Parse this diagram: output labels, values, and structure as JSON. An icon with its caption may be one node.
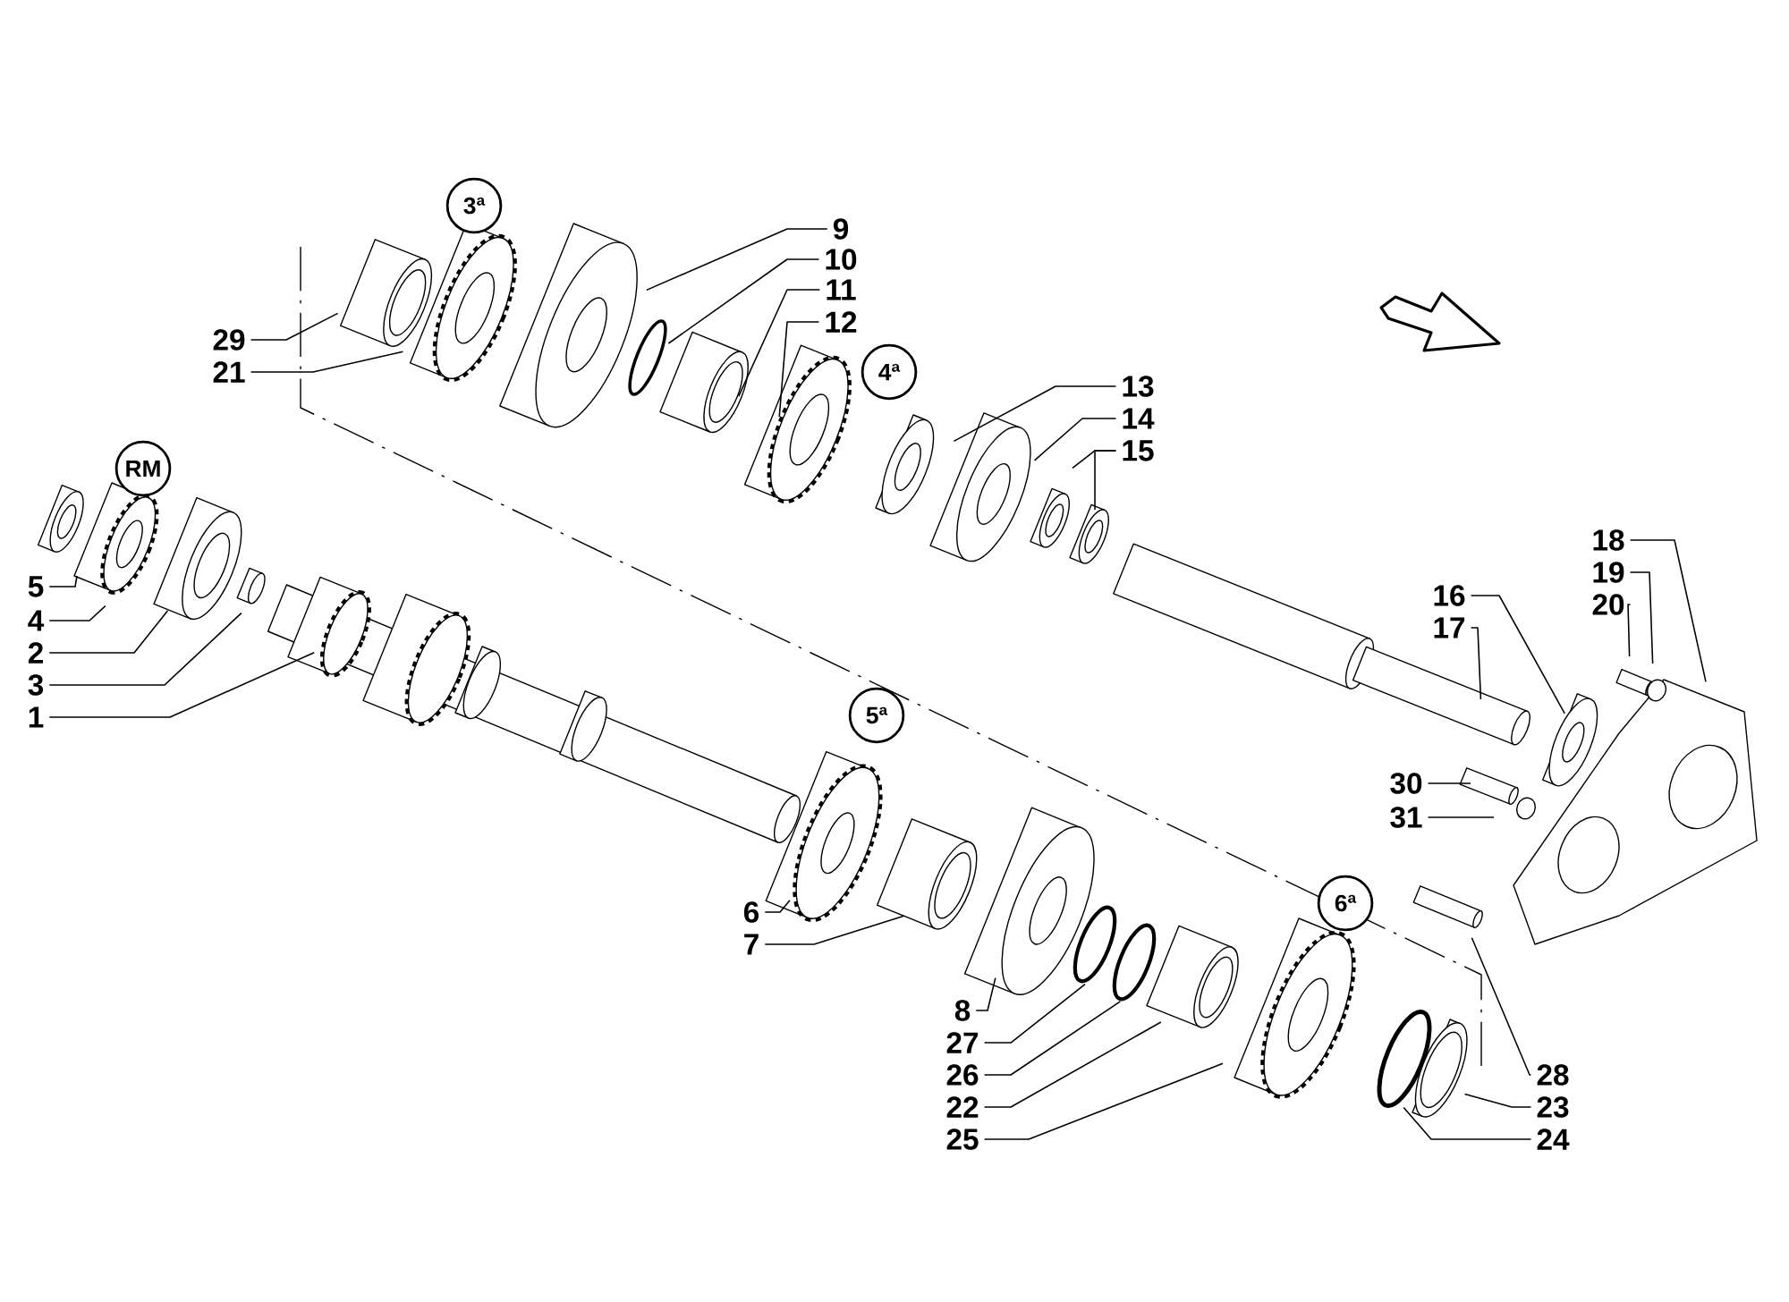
{
  "diagram": {
    "nodes": [
      {
        "text": [
          "3ª"
        ]
      },
      {
        "text": [
          "9"
        ]
      },
      {
        "text": [
          "10"
        ]
      },
      {
        "text": [
          "11"
        ]
      },
      {
        "text": [
          "12"
        ]
      },
      {
        "text": [
          "29"
        ]
      },
      {
        "text": [
          "21"
        ]
      },
      {
        "text": [
          "4ª"
        ]
      },
      {
        "text": [
          "13"
        ]
      },
      {
        "text": [
          "14"
        ]
      },
      {
        "text": [
          "15"
        ]
      },
      {
        "text": [
          "RM"
        ]
      },
      {
        "text": [
          "5"
        ]
      },
      {
        "text": [
          "4"
        ]
      },
      {
        "text": [
          "2"
        ]
      },
      {
        "text": [
          "3"
        ]
      },
      {
        "text": [
          "1"
        ]
      },
      {
        "text": [
          "18"
        ]
      },
      {
        "text": [
          "19"
        ]
      },
      {
        "text": [
          "20"
        ]
      },
      {
        "text": [
          "16"
        ]
      },
      {
        "text": [
          "17"
        ]
      },
      {
        "text": [
          "5ª"
        ]
      },
      {
        "text": [
          "30"
        ]
      },
      {
        "text": [
          "31"
        ]
      },
      {
        "text": [
          "6"
        ]
      },
      {
        "text": [
          "7"
        ]
      },
      {
        "text": [
          "6ª"
        ]
      },
      {
        "text": [
          "8"
        ]
      },
      {
        "text": [
          "27"
        ]
      },
      {
        "text": [
          "28"
        ]
      },
      {
        "text": [
          "26"
        ]
      },
      {
        "text": [
          "23"
        ]
      },
      {
        "text": [
          "22"
        ]
      },
      {
        "text": [
          "24"
        ]
      },
      {
        "text": [
          "25"
        ]
      }
    ],
    "edges": [
      {
        "from": 1,
        "to": null,
        "arrow": "none"
      },
      {
        "from": 2,
        "to": null,
        "arrow": "none"
      },
      {
        "from": 3,
        "to": null,
        "arrow": "none"
      },
      {
        "from": 4,
        "to": null,
        "arrow": "none"
      },
      {
        "from": 5,
        "to": null,
        "arrow": "none"
      },
      {
        "from": 6,
        "to": null,
        "arrow": "none"
      },
      {
        "from": 8,
        "to": null,
        "arrow": "none"
      },
      {
        "from": 9,
        "to": null,
        "arrow": "none"
      },
      {
        "from": 10,
        "to": null,
        "arrow": "none"
      },
      {
        "from": 10,
        "to": null,
        "arrow": "none"
      },
      {
        "from": 12,
        "to": null,
        "arrow": "none"
      },
      {
        "from": 13,
        "to": null,
        "arrow": "none"
      },
      {
        "from": 14,
        "to": null,
        "arrow": "none"
      },
      {
        "from": 15,
        "to": null,
        "arrow": "none"
      },
      {
        "from": 16,
        "to": null,
        "arrow": "none"
      },
      {
        "from": 17,
        "to": null,
        "arrow": "none"
      },
      {
        "from": 18,
        "to": null,
        "arrow": "none"
      },
      {
        "from": 19,
        "to": null,
        "arrow": "none"
      },
      {
        "from": 20,
        "to": null,
        "arrow": "none"
      },
      {
        "from": 21,
        "to": null,
        "arrow": "none"
      },
      {
        "from": 23,
        "to": null,
        "arrow": "none"
      },
      {
        "from": 24,
        "to": null,
        "arrow": "none"
      },
      {
        "from": 25,
        "to": null,
        "arrow": "none"
      },
      {
        "from": 26,
        "to": null,
        "arrow": "none"
      },
      {
        "from": 28,
        "to": null,
        "arrow": "none"
      },
      {
        "from": 29,
        "to": null,
        "arrow": "none"
      },
      {
        "from": 30,
        "to": null,
        "arrow": "none"
      },
      {
        "from": 31,
        "to": null,
        "arrow": "none"
      },
      {
        "from": 32,
        "to": null,
        "arrow": "none"
      },
      {
        "from": 33,
        "to": null,
        "arrow": "none"
      },
      {
        "from": 34,
        "to": null,
        "arrow": "none"
      },
      {
        "from": 35,
        "to": null,
        "arrow": "none"
      }
    ]
  }
}
